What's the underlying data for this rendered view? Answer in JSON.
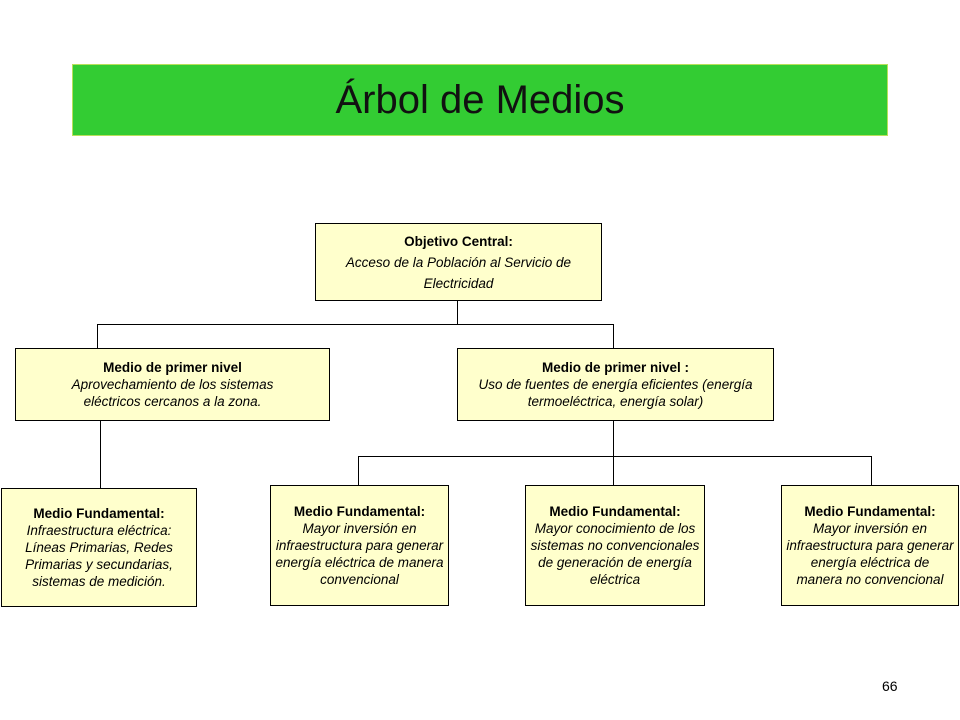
{
  "title": "Árbol de Medios",
  "central": {
    "heading": "Objetivo Central:",
    "text": "Acceso de la Población al Servicio de Electricidad"
  },
  "first_level": [
    {
      "heading": "Medio de primer nivel",
      "text": "Aprovechamiento de los sistemas eléctricos cercanos a la zona."
    },
    {
      "heading": "Medio de primer nivel :",
      "text": "Uso de fuentes de energía eficientes (energía termoeléctrica, energía solar)"
    }
  ],
  "fundamental": [
    {
      "heading": "Medio Fundamental:",
      "text": "Infraestructura eléctrica: Líneas Primarias, Redes Primarias y secundarias, sistemas de medición."
    },
    {
      "heading": "Medio Fundamental:",
      "text": "Mayor inversión en infraestructura para generar energía eléctrica de manera convencional"
    },
    {
      "heading": "Medio Fundamental:",
      "text": "Mayor conocimiento de los sistemas no convencionales de generación de energía eléctrica"
    },
    {
      "heading": "Medio Fundamental:",
      "text": "Mayor inversión en infraestructura para generar energía eléctrica de manera no convencional"
    }
  ],
  "page_number": "66"
}
